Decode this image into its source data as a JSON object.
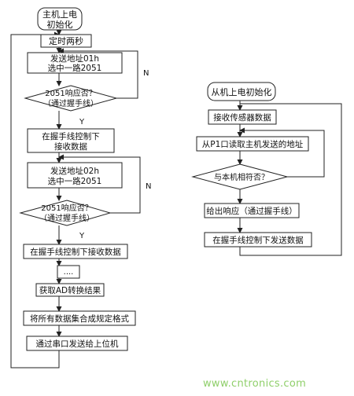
{
  "master": {
    "start": [
      "主机上电",
      "初始化"
    ],
    "timer": "定时两秒",
    "send1": [
      "发送地址01h",
      "选中一路2051"
    ],
    "check1": [
      "2051响应否？",
      "（通过握手线）"
    ],
    "recv1": [
      "在握手线控制下",
      "接收数据"
    ],
    "send2": [
      "发送地址02h",
      "选中一路2051"
    ],
    "check2": [
      "2051响应否？",
      "（通过握手线）"
    ],
    "recv2": "在握手线控制下接收数据",
    "ellipsis": "....",
    "ad": "获取AD转换结果",
    "format": "将所有数据集合成规定格式",
    "upload": "通过串口发送给上位机",
    "no_label": "N",
    "yes_label": "Y"
  },
  "slave": {
    "start": "从机上电初始化",
    "recv_sensor": "接收传感器数据",
    "read_addr": "从P1口读取主机发送的地址",
    "match": "与本机相符否？",
    "respond": "给出响应（通过握手线）",
    "send_data": "在握手线控制下发送数据"
  },
  "watermark": "www.cntronics.com"
}
